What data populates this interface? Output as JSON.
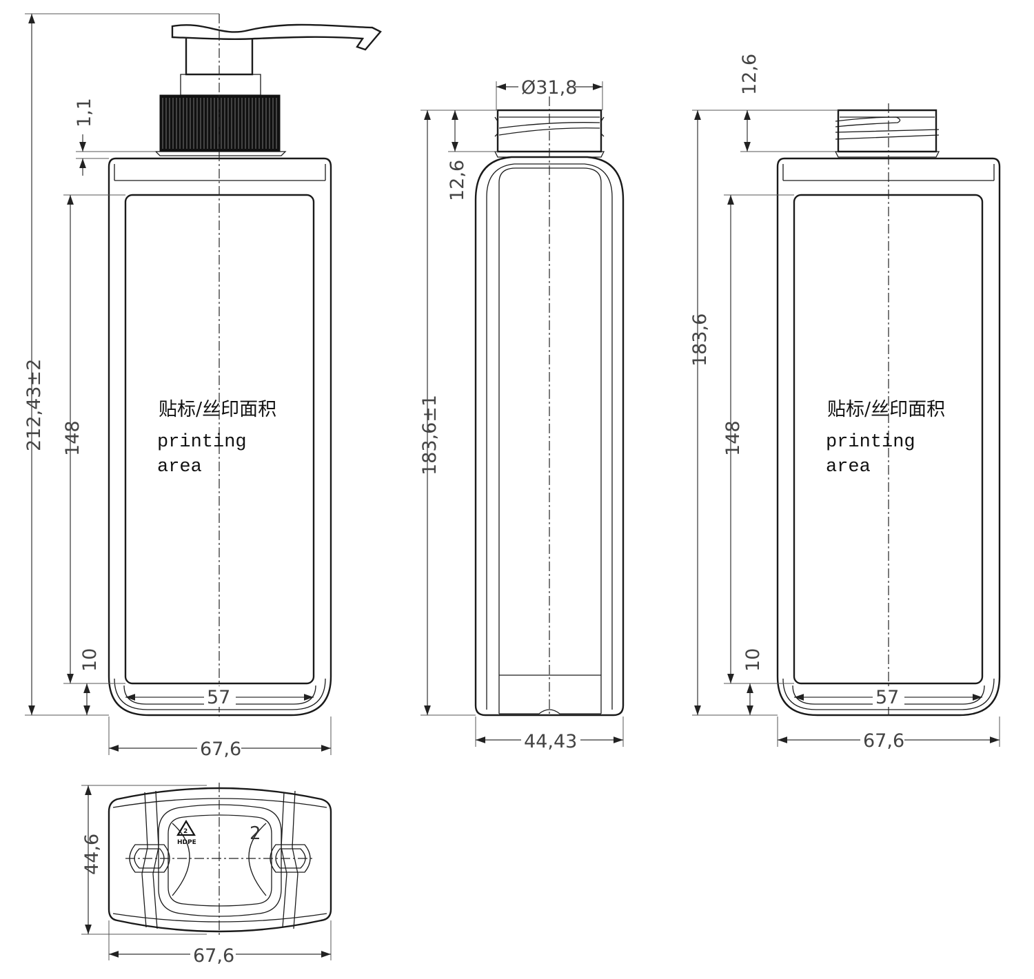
{
  "dimensions": {
    "front": {
      "total_height": "212,43±2",
      "printing_height": "148",
      "bottom_margin": "10",
      "cap_gap": "1,1",
      "print_width": "57",
      "overall_width": "67,6"
    },
    "side": {
      "neck_diameter": "Ø31,8",
      "neck_height": "12,6",
      "body_height": "183,6±1",
      "depth": "44,43"
    },
    "back": {
      "neck_height": "12,6",
      "body_height": "183,6",
      "printing_height": "148",
      "bottom_margin": "10",
      "print_width": "57",
      "overall_width": "67,6"
    },
    "bottom": {
      "depth": "44,6",
      "width": "67,6"
    }
  },
  "printing_area": {
    "cn": "贴标/丝印面积",
    "en_1": "printing",
    "en_2": "area"
  },
  "recycle": {
    "number": "2",
    "material": "HDPE",
    "mold_digit": "2"
  }
}
